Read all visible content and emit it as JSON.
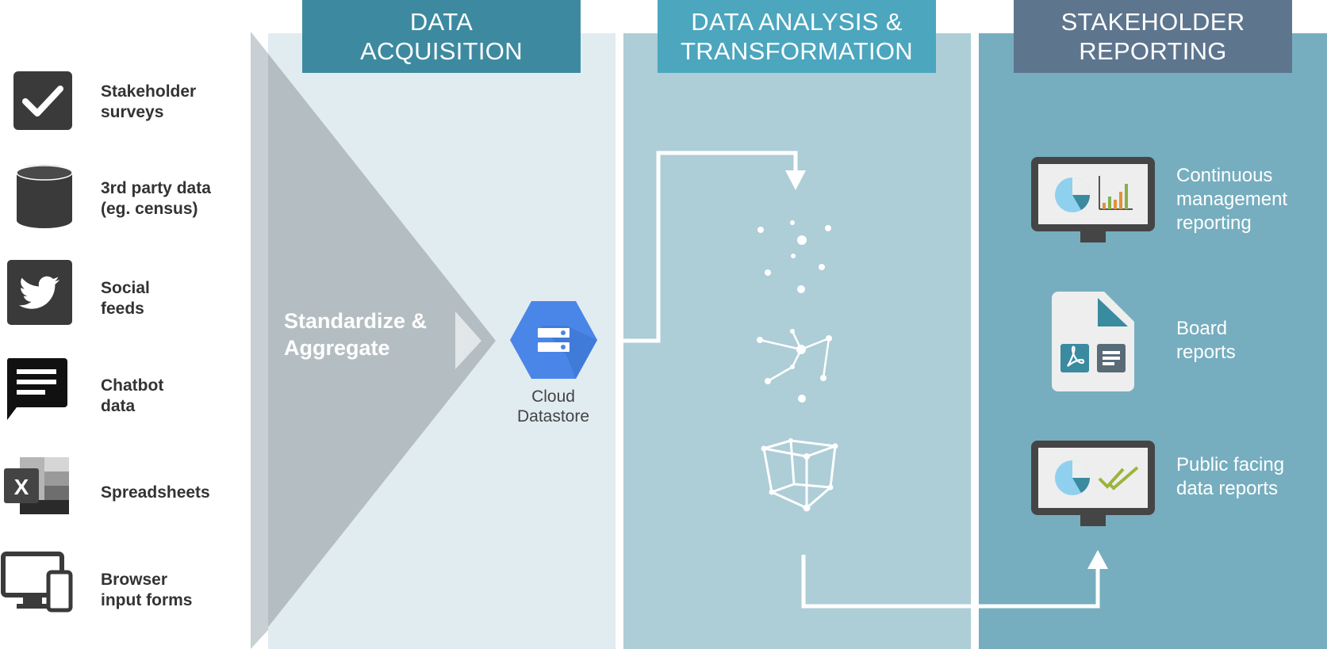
{
  "headers": {
    "acquisition": "DATA\nACQUISITION",
    "analysis": "DATA ANALYSIS &\nTRANSFORMATION",
    "reporting": "STAKEHOLDER\nREPORTING"
  },
  "sources": [
    {
      "label": "Stakeholder\nsurveys",
      "icon": "checkbox-icon"
    },
    {
      "label": "3rd party data\n(eg. census)",
      "icon": "database-icon"
    },
    {
      "label": "Social\nfeeds",
      "icon": "twitter-icon"
    },
    {
      "label": "Chatbot\ndata",
      "icon": "chat-bubble-icon"
    },
    {
      "label": "Spreadsheets",
      "icon": "excel-icon"
    },
    {
      "label": "Browser\ninput forms",
      "icon": "devices-icon"
    }
  ],
  "funnel": {
    "label": "Standardize &\nAggregate"
  },
  "datastore": {
    "label": "Cloud\nDatastore",
    "icon": "cloud-datastore-icon"
  },
  "analysis_icons": [
    "scatter-dots-icon",
    "network-graph-icon",
    "cube-icon"
  ],
  "outputs": [
    {
      "label": "Continuous\nmanagement\nreporting",
      "icon": "monitor-chart-icon"
    },
    {
      "label": "Board\nreports",
      "icon": "document-icon"
    },
    {
      "label": "Public facing\ndata reports",
      "icon": "monitor-check-icon"
    }
  ],
  "colors": {
    "acq_header": "#3d8aa0",
    "analysis_header": "#4ba6be",
    "reporting_header": "#5e758e",
    "acq_panel": "#e1ecf1",
    "analysis_panel": "#adcdd7",
    "reporting_panel": "#76aebf",
    "funnel": "#b4bec2",
    "icon_dark": "#3a3a3a",
    "datastore_blue": "#4a86e8"
  }
}
